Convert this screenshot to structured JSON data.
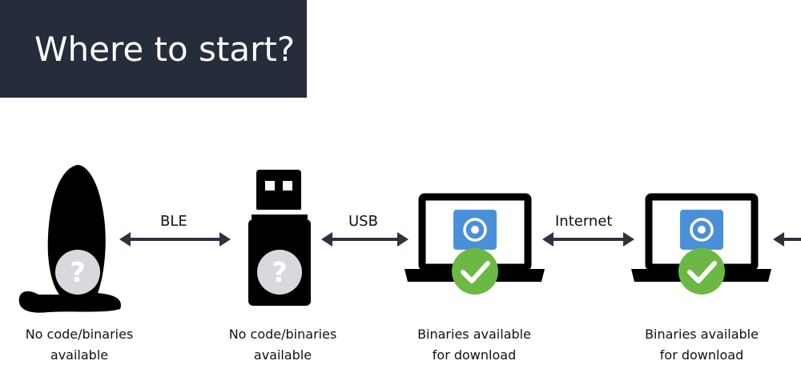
{
  "title": "Where to start?",
  "colors": {
    "title_bg": "#252c3a",
    "icon_black": "#000000",
    "arrow": "#2b3340",
    "unknown_badge": "#d7d9de",
    "check_badge": "#6bb844",
    "app_icon": "#4a90d9"
  },
  "connections": [
    {
      "label": "BLE"
    },
    {
      "label": "USB"
    },
    {
      "label": "Internet"
    },
    {
      "label": ""
    }
  ],
  "nodes": [
    {
      "icon": "toy-device-icon",
      "badge": "question-icon",
      "caption_line1": "No code/binaries",
      "caption_line2": "available"
    },
    {
      "icon": "usb-dongle-icon",
      "badge": "question-icon",
      "caption_line1": "No code/binaries",
      "caption_line2": "available"
    },
    {
      "icon": "laptop-icon",
      "badge": "checkmark-icon",
      "caption_line1": "Binaries available",
      "caption_line2": "for download"
    },
    {
      "icon": "laptop-icon",
      "badge": "checkmark-icon",
      "caption_line1": "Binaries available",
      "caption_line2": "for download"
    }
  ]
}
